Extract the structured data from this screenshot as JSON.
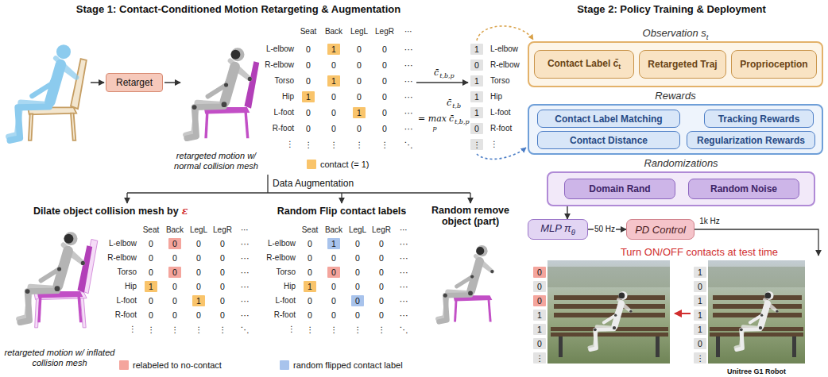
{
  "diagram": {
    "nodes": [
      {
        "text": [
          "Retarget"
        ]
      },
      {
        "text": [
          "Observation s",
          "t"
        ]
      },
      {
        "text": [
          "Contact Label c̄",
          "t"
        ],
        "in": 1
      },
      {
        "text": [
          "Retargeted Traj"
        ],
        "in": 1
      },
      {
        "text": [
          "Proprioception"
        ],
        "in": 1
      },
      {
        "text": [
          "Rewards"
        ]
      },
      {
        "text": [
          "Contact Label Matching"
        ],
        "in": 5
      },
      {
        "text": [
          "Tracking Rewards"
        ],
        "in": 5
      },
      {
        "text": [
          "Contact Distance"
        ],
        "in": 5
      },
      {
        "text": [
          "Regularization Rewards"
        ],
        "in": 5
      },
      {
        "text": [
          "Randomizations"
        ]
      },
      {
        "text": [
          "Domain Rand"
        ],
        "in": 10
      },
      {
        "text": [
          "Random Noise"
        ],
        "in": 10
      },
      {
        "text": [
          "MLP π",
          "θ"
        ]
      },
      {
        "text": [
          "PD Control"
        ]
      }
    ],
    "edges": [
      {
        "from": 10,
        "to": 13,
        "arrow": "to"
      },
      {
        "from": 13,
        "to": 14,
        "label": "50 Hz",
        "arrow": "to"
      }
    ],
    "labels": [
      "Stage 1: Contact-Conditioned Motion Retargeting & Augmentation",
      "Stage 2: Policy Training & Deployment",
      "Seat",
      "Back",
      "LegL",
      "LegR",
      "⋯",
      "L-elbow",
      "0",
      "1",
      "0",
      "0",
      "⋯",
      "R-elbow",
      "0",
      "0",
      "0",
      "0",
      "⋯",
      "Torso",
      "0",
      "1",
      "0",
      "0",
      "⋯",
      "Hip",
      "1",
      "0",
      "0",
      "0",
      "⋯",
      "L-foot",
      "0",
      "0",
      "1",
      "0",
      "⋯",
      "R-foot",
      "0",
      "0",
      "0",
      "0",
      "⋯",
      "⋮",
      "⋮",
      "⋮",
      "⋮",
      "⋮",
      "⋱",
      "retargeted motion w/ normal collision mesh",
      "c̄",
      "t,b,p",
      "c̄",
      "t,b",
      "= max",
      "p",
      "c̄",
      "t,b,p",
      "1",
      "L-elbow",
      "0",
      "R-elbow",
      "1",
      "Torso",
      "1",
      "Hip",
      "1",
      "L-foot",
      "0",
      "R-foot",
      "⋮",
      "⋮",
      "Data Augmentation",
      "Dilate object collision mesh by",
      "ε",
      "Random Flip contact labels",
      "Random remove object (part)",
      "Seat",
      "Back",
      "LegL",
      "LegR",
      "⋯",
      "L-elbow",
      "0",
      "0",
      "0",
      "0",
      "⋯",
      "R-elbow",
      "0",
      "0",
      "0",
      "0",
      "⋯",
      "Torso",
      "0",
      "0",
      "0",
      "0",
      "⋯",
      "Hip",
      "1",
      "0",
      "0",
      "0",
      "⋯",
      "L-foot",
      "0",
      "0",
      "1",
      "0",
      "⋯",
      "R-foot",
      "0",
      "0",
      "0",
      "0",
      "⋯",
      "⋮",
      "⋮",
      "⋮",
      "⋮",
      "⋮",
      "⋱",
      "Seat",
      "Back",
      "LegL",
      "LegR",
      "⋯",
      "L-elbow",
      "0",
      "1",
      "0",
      "0",
      "⋯",
      "R-elbow",
      "0",
      "0",
      "0",
      "0",
      "⋯",
      "Torso",
      "0",
      "0",
      "0",
      "0",
      "⋯",
      "Hip",
      "1",
      "0",
      "0",
      "0",
      "⋯",
      "L-foot",
      "0",
      "0",
      "0",
      "0",
      "⋯",
      "R-foot",
      "0",
      "0",
      "0",
      "0",
      "⋯",
      "⋮",
      "⋮",
      "⋮",
      "⋮",
      "⋮",
      "⋱",
      "retargeted motion w/ inflated collision mesh",
      "1k Hz",
      "Turn ON/OFF contacts at test time",
      "0",
      "0",
      "0",
      "1",
      "1",
      "0",
      "⋮",
      "1",
      "0",
      "1",
      "1",
      "1",
      "0",
      "⋮",
      "Unitree G1 Robot"
    ],
    "legend": [
      {
        "text": "contact (= 1)",
        "color": "#f9c46b"
      },
      {
        "text": "relabeled to no-contact",
        "color": "#f4a59d"
      },
      {
        "text": "random flipped contact label",
        "color": "#a8c3ec"
      }
    ]
  }
}
